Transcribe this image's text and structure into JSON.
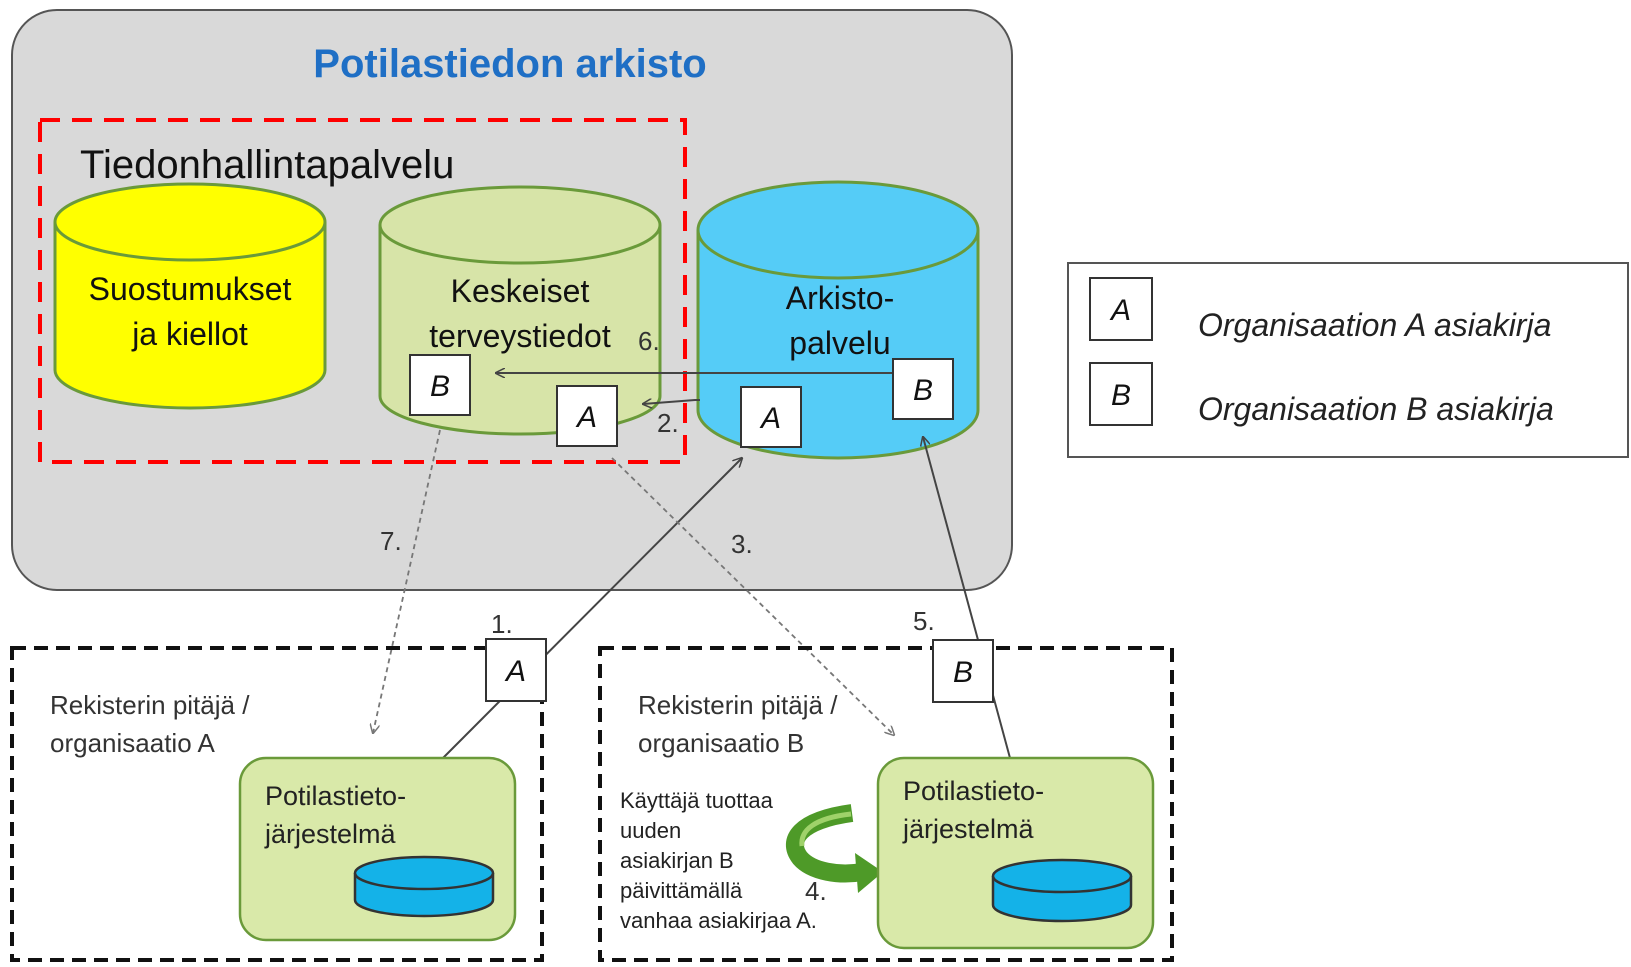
{
  "archive": {
    "title": "Potilastiedon arkisto",
    "service_title": "Tiedonhallintapalvelu"
  },
  "databases": {
    "consents": {
      "line1": "Suostumukset",
      "line2": "ja kiellot"
    },
    "health": {
      "line1": "Keskeiset",
      "line2": "terveystiedot"
    },
    "archive_service": {
      "line1": "Arkisto-",
      "line2": "palvelu"
    }
  },
  "docs": {
    "a": "A",
    "b": "B"
  },
  "legend": {
    "a_label": "A",
    "a_text": "Organisaation A asiakirja",
    "b_label": "B",
    "b_text": "Organisaation B asiakirja"
  },
  "steps": {
    "s1": "1.",
    "s2": "2.",
    "s3": "3.",
    "s4": "4.",
    "s5": "5.",
    "s6": "6.",
    "s7": "7."
  },
  "org_a": {
    "line1": "Rekisterin pitäjä /",
    "line2": "organisaatio A",
    "system_line1": "Potilastieto-",
    "system_line2": "järjestelmä"
  },
  "org_b": {
    "line1": "Rekisterin pitäjä /",
    "line2": "organisaatio B",
    "system_line1": "Potilastieto-",
    "system_line2": "järjestelmä",
    "note": [
      "Käyttäjä tuottaa",
      "uuden",
      "asiakirjan B",
      "päivittämällä",
      "vanhaa asiakirjaa A."
    ]
  },
  "colors": {
    "archive_bg": "#d9d9d9",
    "title_blue": "#1f6fc5",
    "red_dash": "#ff0000",
    "yellow_db": "#ffff00",
    "green_db": "#d7e4a8",
    "green_border": "#6a9a3a",
    "blue_db": "#55ccf7",
    "system_green": "#d9e9a9",
    "system_db_blue": "#14b2e8"
  }
}
